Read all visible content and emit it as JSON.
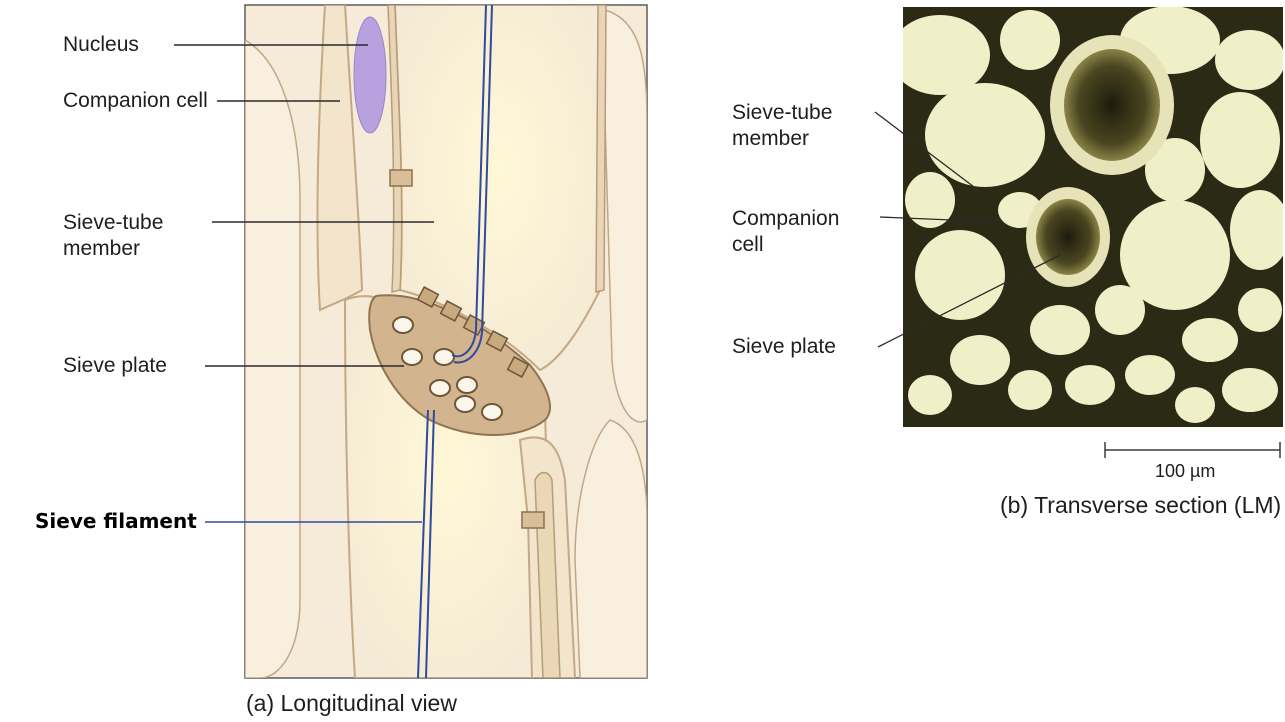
{
  "panel_a": {
    "caption": "(a) Longitudinal view",
    "labels": {
      "nucleus": "Nucleus",
      "companion_cell": "Companion cell",
      "sieve_tube_member": "Sieve-tube member",
      "sieve_plate": "Sieve plate",
      "sieve_filament": "Sieve filament"
    }
  },
  "panel_b": {
    "caption": "(b) Transverse section (LM)",
    "scale_bar": "100 µm",
    "labels": {
      "sieve_tube_member": "Sieve-tube member",
      "companion_cell": "Companion cell",
      "sieve_plate": "Sieve plate"
    }
  },
  "colors": {
    "cell_fill": "#f7ecd9",
    "cell_wall": "#d7bf9c",
    "nucleus": "#b7a2df",
    "filament": "#2f4aa0",
    "micrograph_bg": "#f0f0c8",
    "micrograph_wall": "#2b2a14"
  }
}
